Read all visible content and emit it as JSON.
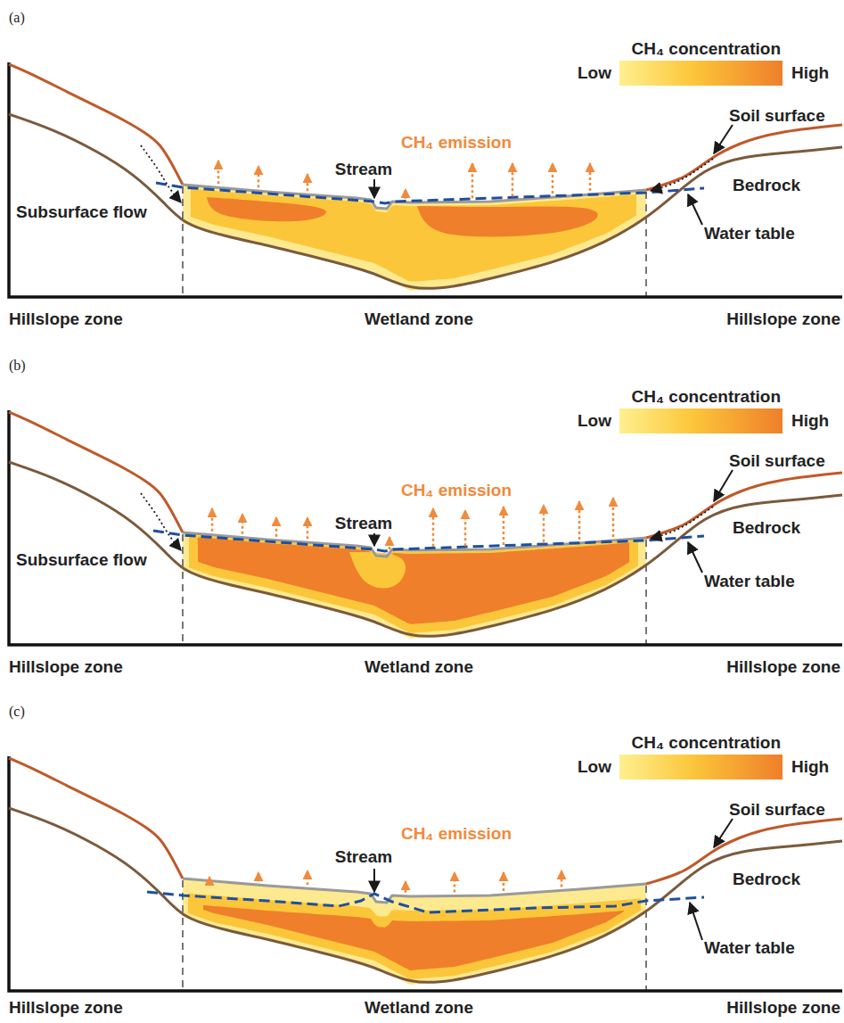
{
  "diagram": {
    "labels": [
      "(a)",
      "CH₄ concentration",
      "Low",
      "High",
      "CH₄ emission",
      "Stream",
      "Subsurface flow",
      "Soil surface",
      "Bedrock",
      "Water table",
      "Hillslope zone",
      "Wetland zone",
      "Hillslope zone",
      "(b)",
      "CH₄ concentration",
      "Low",
      "High",
      "CH₄ emission",
      "Stream",
      "Subsurface flow",
      "Soil surface",
      "Bedrock",
      "Water table",
      "Hillslope zone",
      "Wetland zone",
      "Hillslope zone",
      "(c)",
      "CH₄ concentration",
      "Low",
      "High",
      "CH₄ emission",
      "Stream",
      "Soil surface",
      "Bedrock",
      "Water table",
      "Hillslope zone",
      "Wetland zone",
      "Hillslope zone"
    ]
  }
}
